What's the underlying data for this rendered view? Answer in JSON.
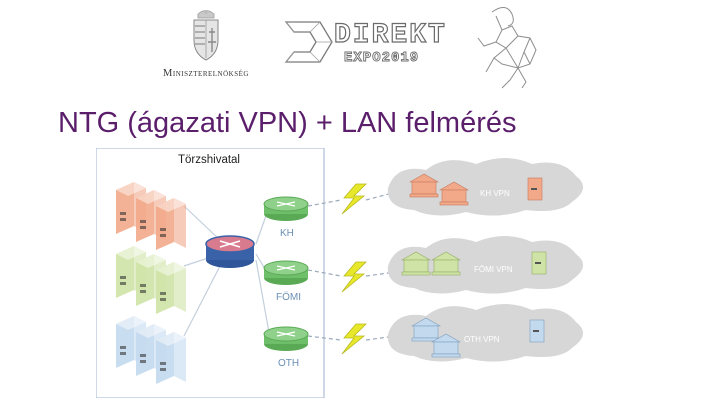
{
  "header": {
    "ministry_label": "Miniszterelnökség",
    "expo_top": "DIREKT",
    "expo_bottom": "EXPO2019"
  },
  "slide": {
    "title": "NTG (ágazati VPN) + LAN felmérés"
  },
  "diagram": {
    "hq_label": "Törzshivatal",
    "routers": [
      {
        "label": "KH"
      },
      {
        "label": "FÖMI"
      },
      {
        "label": "OTH"
      }
    ],
    "clouds": [
      {
        "label": "KH VPN"
      },
      {
        "label": "FÖMI VPN"
      },
      {
        "label": "OTH VPN"
      }
    ],
    "colors": {
      "red": "#f2a98a",
      "green": "#cfe3a6",
      "blue": "#c3d9ee",
      "router": "#8fd18a",
      "lightning": "#e8e82a",
      "cloud": "#d7d7d7",
      "core": "#3a62a8"
    }
  }
}
